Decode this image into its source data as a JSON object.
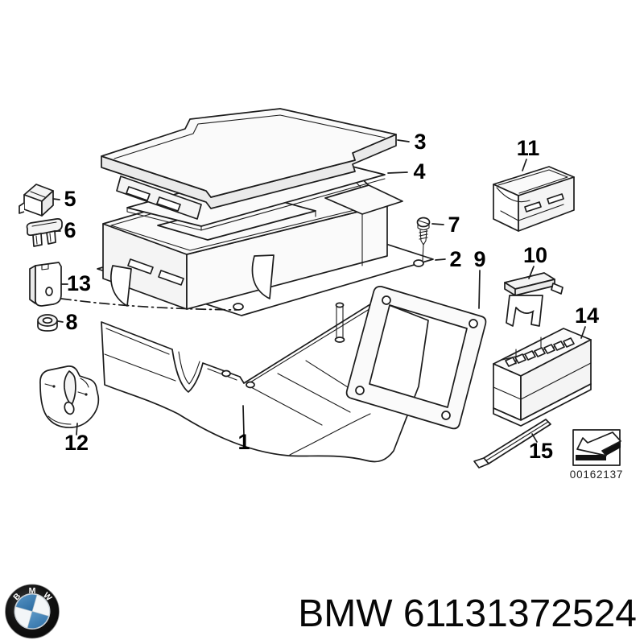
{
  "diagram": {
    "callouts": {
      "c1": "1",
      "c2": "2",
      "c3": "3",
      "c4": "4",
      "c5": "5",
      "c6": "6",
      "c7": "7",
      "c8": "8",
      "c9": "9",
      "c10": "10",
      "c11": "11",
      "c12": "12",
      "c13": "13",
      "c14": "14",
      "c15": "15"
    },
    "stamp_code": "00162137"
  },
  "footer": {
    "label": "BMW 61131372524"
  },
  "logo": {
    "letters": "BMW"
  },
  "colors": {
    "line": "#1c1c1c",
    "logo_blue": "#3d83b8",
    "logo_ring": "#141414",
    "text": "#000000"
  },
  "icons": {
    "stamp": "replacement-direction-arrow-icon",
    "brand": "bmw-roundel-logo"
  }
}
